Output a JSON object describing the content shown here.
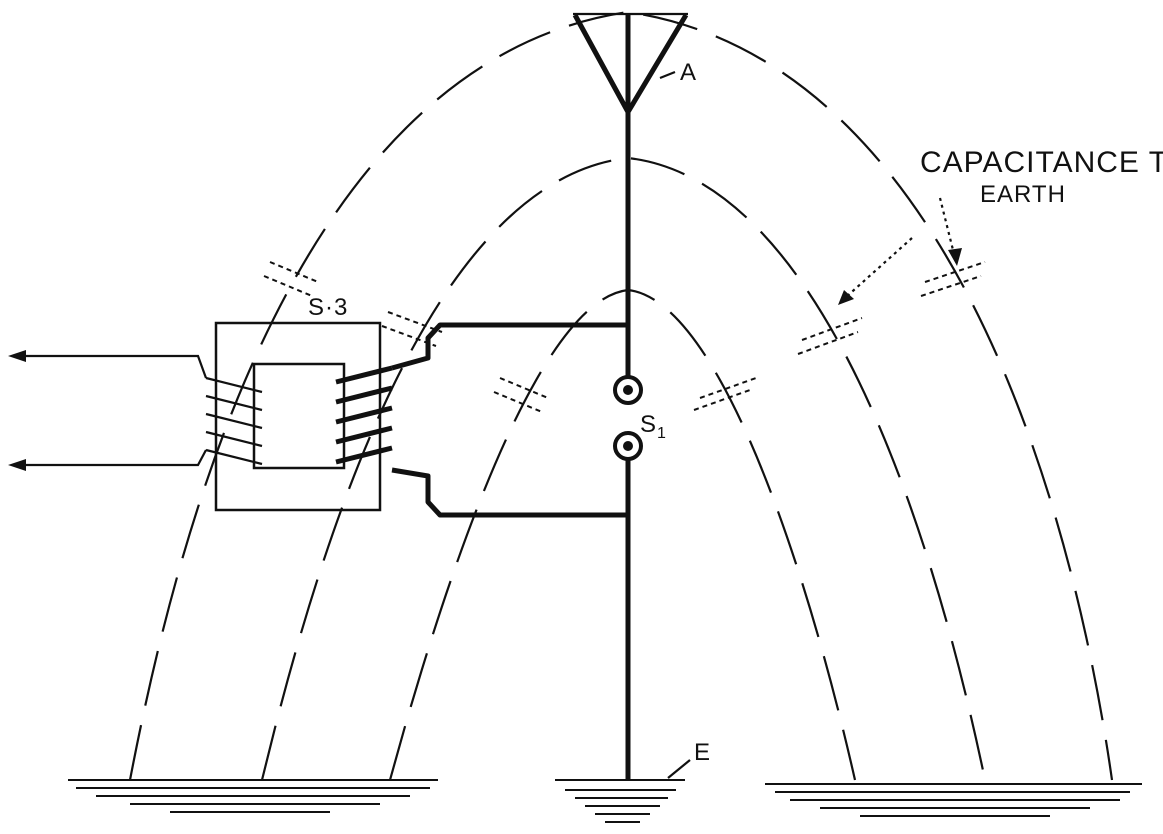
{
  "labels": {
    "aerial": "A",
    "spark_gap": "S",
    "spark_gap_sub": "1",
    "transformer": "S·3",
    "earth": "E",
    "capacitance_line1": "CAPACITANCE TO",
    "capacitance_line2": "EARTH"
  }
}
